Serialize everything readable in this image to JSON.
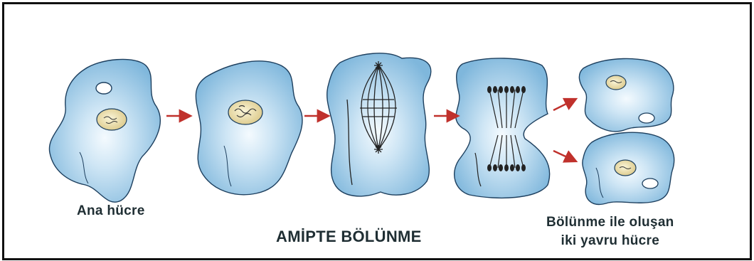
{
  "title": "AMİPTE BÖLÜNME",
  "labels": {
    "parent_cell": "Ana hücre",
    "daughter_cells_line1": "Bölünme ile oluşan",
    "daughter_cells_line2": "iki yavru hücre"
  },
  "colors": {
    "cell_fill": "#8fc3e3",
    "cell_edge": "#1d3f5e",
    "nucleus": "#e9dfa8",
    "arrow": "#c0312c",
    "frame": "#111111"
  }
}
